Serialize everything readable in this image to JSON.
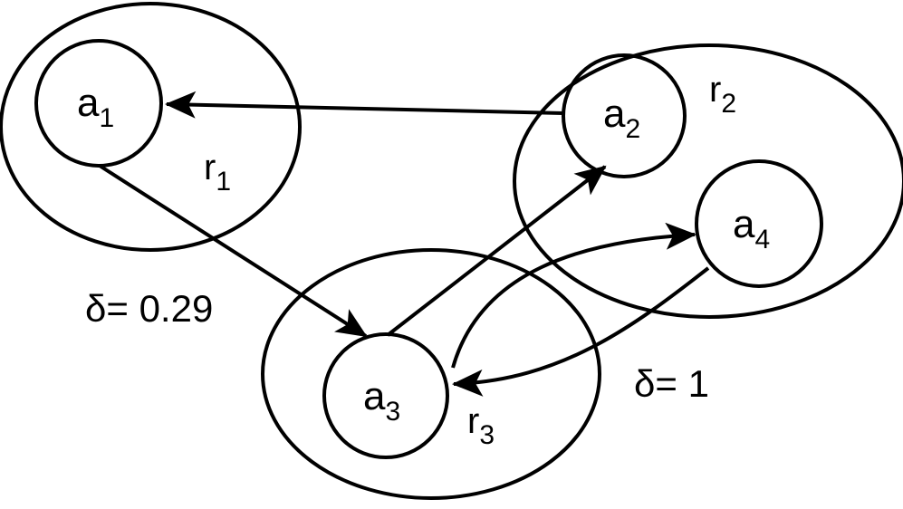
{
  "diagram": {
    "stroke_color": "#000000",
    "background_color": "#ffffff",
    "regions": [
      {
        "id": "r1",
        "base": "r",
        "sub": "1"
      },
      {
        "id": "r2",
        "base": "r",
        "sub": "2"
      },
      {
        "id": "r3",
        "base": "r",
        "sub": "3"
      }
    ],
    "agents": [
      {
        "id": "a1",
        "base": "a",
        "sub": "1"
      },
      {
        "id": "a2",
        "base": "a",
        "sub": "2"
      },
      {
        "id": "a3",
        "base": "a",
        "sub": "3"
      },
      {
        "id": "a4",
        "base": "a",
        "sub": "4"
      }
    ],
    "edges": [
      {
        "from": "a2",
        "to": "a1"
      },
      {
        "from": "a1",
        "to": "a3"
      },
      {
        "from": "a3",
        "to": "a2"
      },
      {
        "from": "a3",
        "to": "a4"
      },
      {
        "from": "a4",
        "to": "a3"
      }
    ],
    "annotations": {
      "delta_left": "δ= 0.29",
      "delta_right": "δ= 1"
    }
  }
}
